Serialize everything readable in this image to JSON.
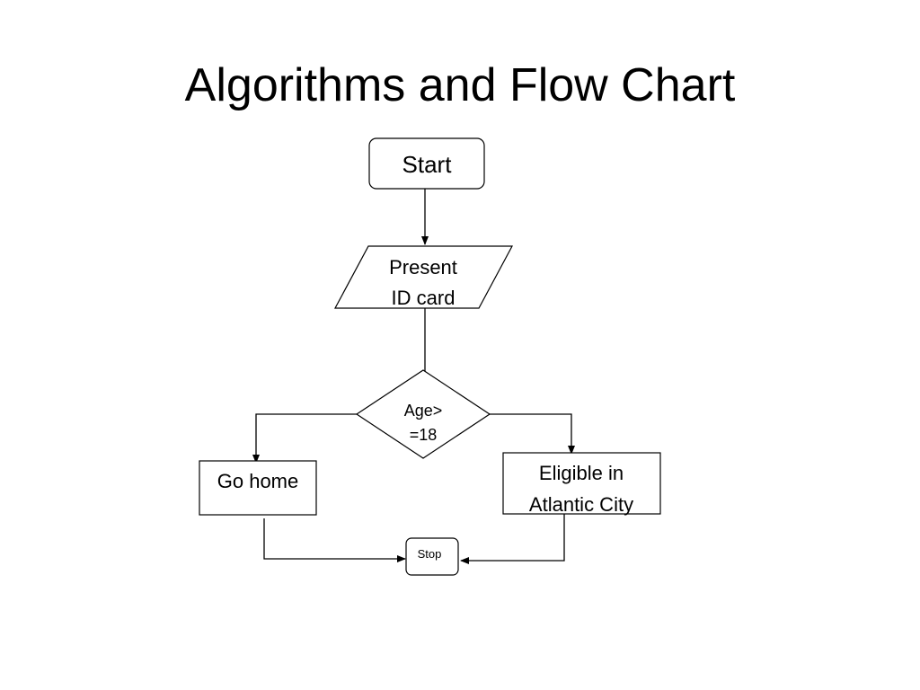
{
  "slide": {
    "title": "Algorithms and Flow Chart"
  },
  "flowchart": {
    "start": "Start",
    "input_line1": "Present",
    "input_line2": "ID card",
    "decision_line1": "Age>",
    "decision_line2": "=18",
    "left_outcome": "Go home",
    "right_outcome_line1": "Eligible in",
    "right_outcome_line2": "Atlantic City",
    "stop": "Stop"
  }
}
